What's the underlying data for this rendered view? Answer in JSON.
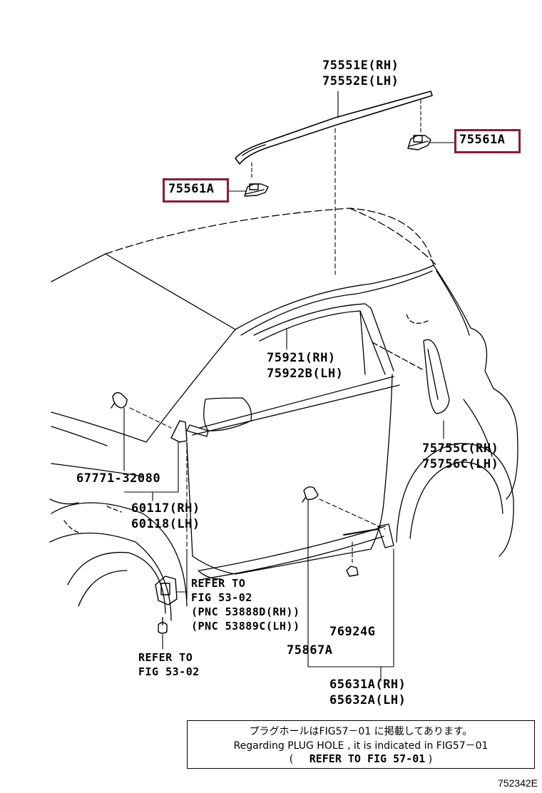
{
  "parts": {
    "molding_rh": "75551E(RH)",
    "molding_lh": "75552E(LH)",
    "clip_right": "75561A",
    "clip_left": "75561A",
    "door_rh": "75921(RH)",
    "door_lh": "75922B(LH)",
    "rear_rh": "75755C(RH)",
    "rear_lh": "75756C(LH)",
    "clip_6777": "67771-32080",
    "mirror_rh": "60117(RH)",
    "mirror_lh": "60118(LH)",
    "refer_a": "REFER TO",
    "fig_a": "FIG 53-02",
    "pnc_rh": "(PNC 53888D(RH))",
    "pnc_lh": "(PNC 53889C(LH))",
    "refer_b": "REFER TO",
    "fig_b": "FIG 53-02",
    "p76924": "76924G",
    "p75867": "75867A",
    "rocker_rh": "65631A(RH)",
    "rocker_lh": "65632A(LH)"
  },
  "note": {
    "jp": "プラグホールはFIG57－01 に掲載してあります。",
    "en": "Regarding  PLUG  HOLE  ,  it  is  indicated  in  FIG57－01",
    "open": "(",
    "ref": "REFER TO FIG 57-01",
    "close": ")"
  },
  "figure_id": "752342E",
  "highlight_color": "#8b1a3a"
}
